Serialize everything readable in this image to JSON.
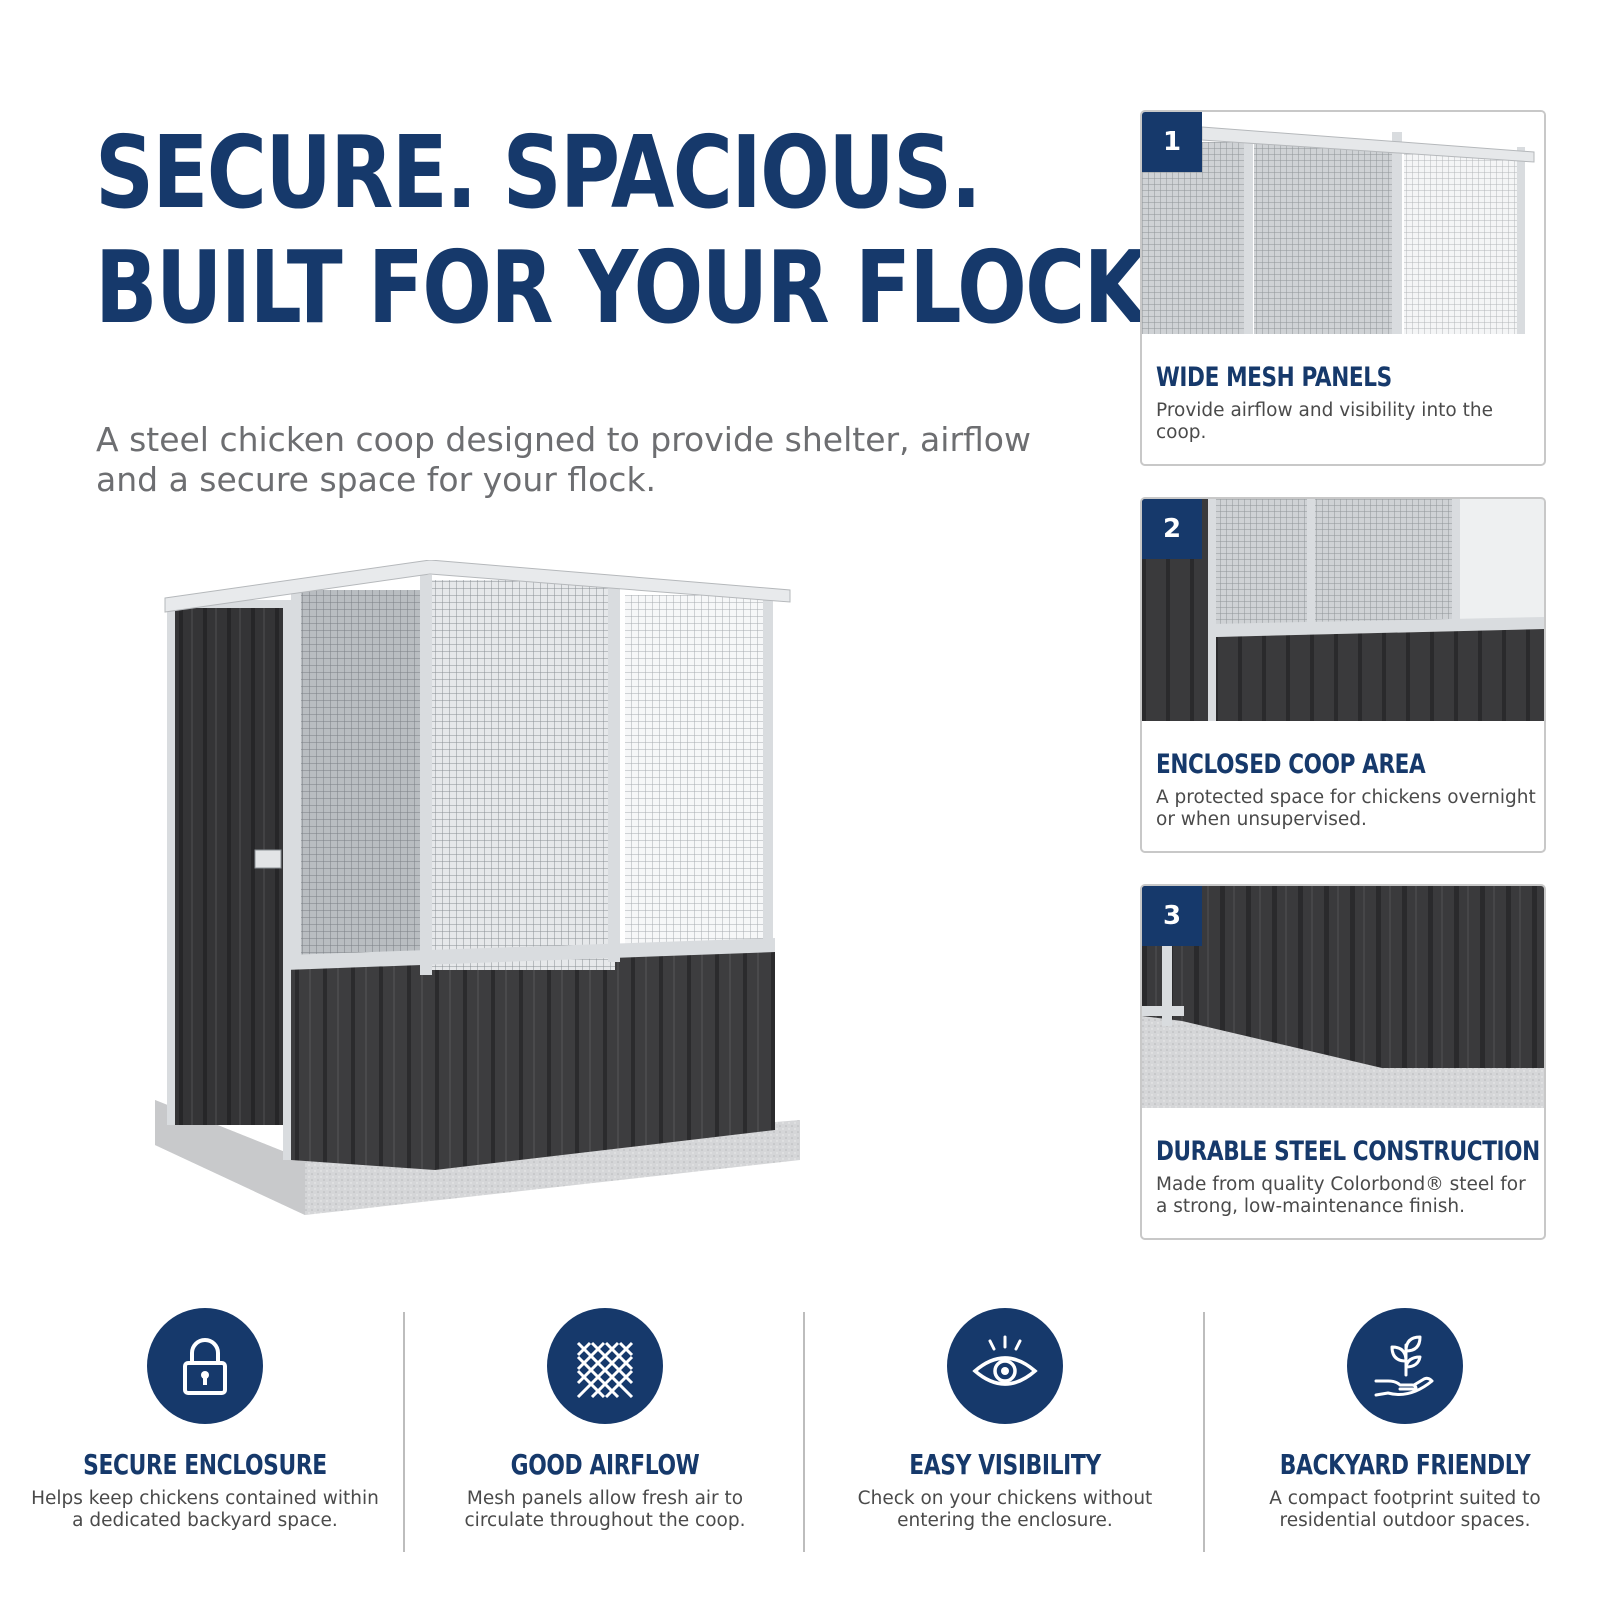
{
  "headline": {
    "line1": "SECURE. SPACIOUS.",
    "line2": "BUILT FOR YOUR FLOCK."
  },
  "subheadline": "A steel chicken coop designed to provide shelter, airflow and a secure space for your flock.",
  "colors": {
    "brand_navy": "#16396b",
    "steel_dark": "#3a3a3c",
    "frame_light": "#d9dcdf",
    "text_gray": "#6d6e71"
  },
  "cards": [
    {
      "number": "1",
      "title": "WIDE MESH PANELS",
      "description": "Provide airflow and visibility into the coop.",
      "image": "mesh-panels-closeup"
    },
    {
      "number": "2",
      "title": "ENCLOSED COOP AREA",
      "description": "A protected space for chickens overnight or when unsupervised.",
      "image": "enclosed-area-closeup"
    },
    {
      "number": "3",
      "title": "DURABLE STEEL CONSTRUCTION",
      "description": "Made from quality Colorbond® steel for a strong, low-maintenance finish.",
      "image": "steel-corner-closeup"
    }
  ],
  "features": [
    {
      "icon": "lock-icon",
      "title": "SECURE ENCLOSURE",
      "description": "Helps keep chickens contained within a dedicated backyard space."
    },
    {
      "icon": "mesh-icon",
      "title": "GOOD AIRFLOW",
      "description": "Mesh panels allow fresh air to circulate throughout the coop."
    },
    {
      "icon": "eye-icon",
      "title": "EASY VISIBILITY",
      "description": "Check on your chickens without entering the enclosure."
    },
    {
      "icon": "plant-hand-icon",
      "title": "BACKYARD FRIENDLY",
      "description": "A compact footprint suited to residential outdoor spaces."
    }
  ]
}
